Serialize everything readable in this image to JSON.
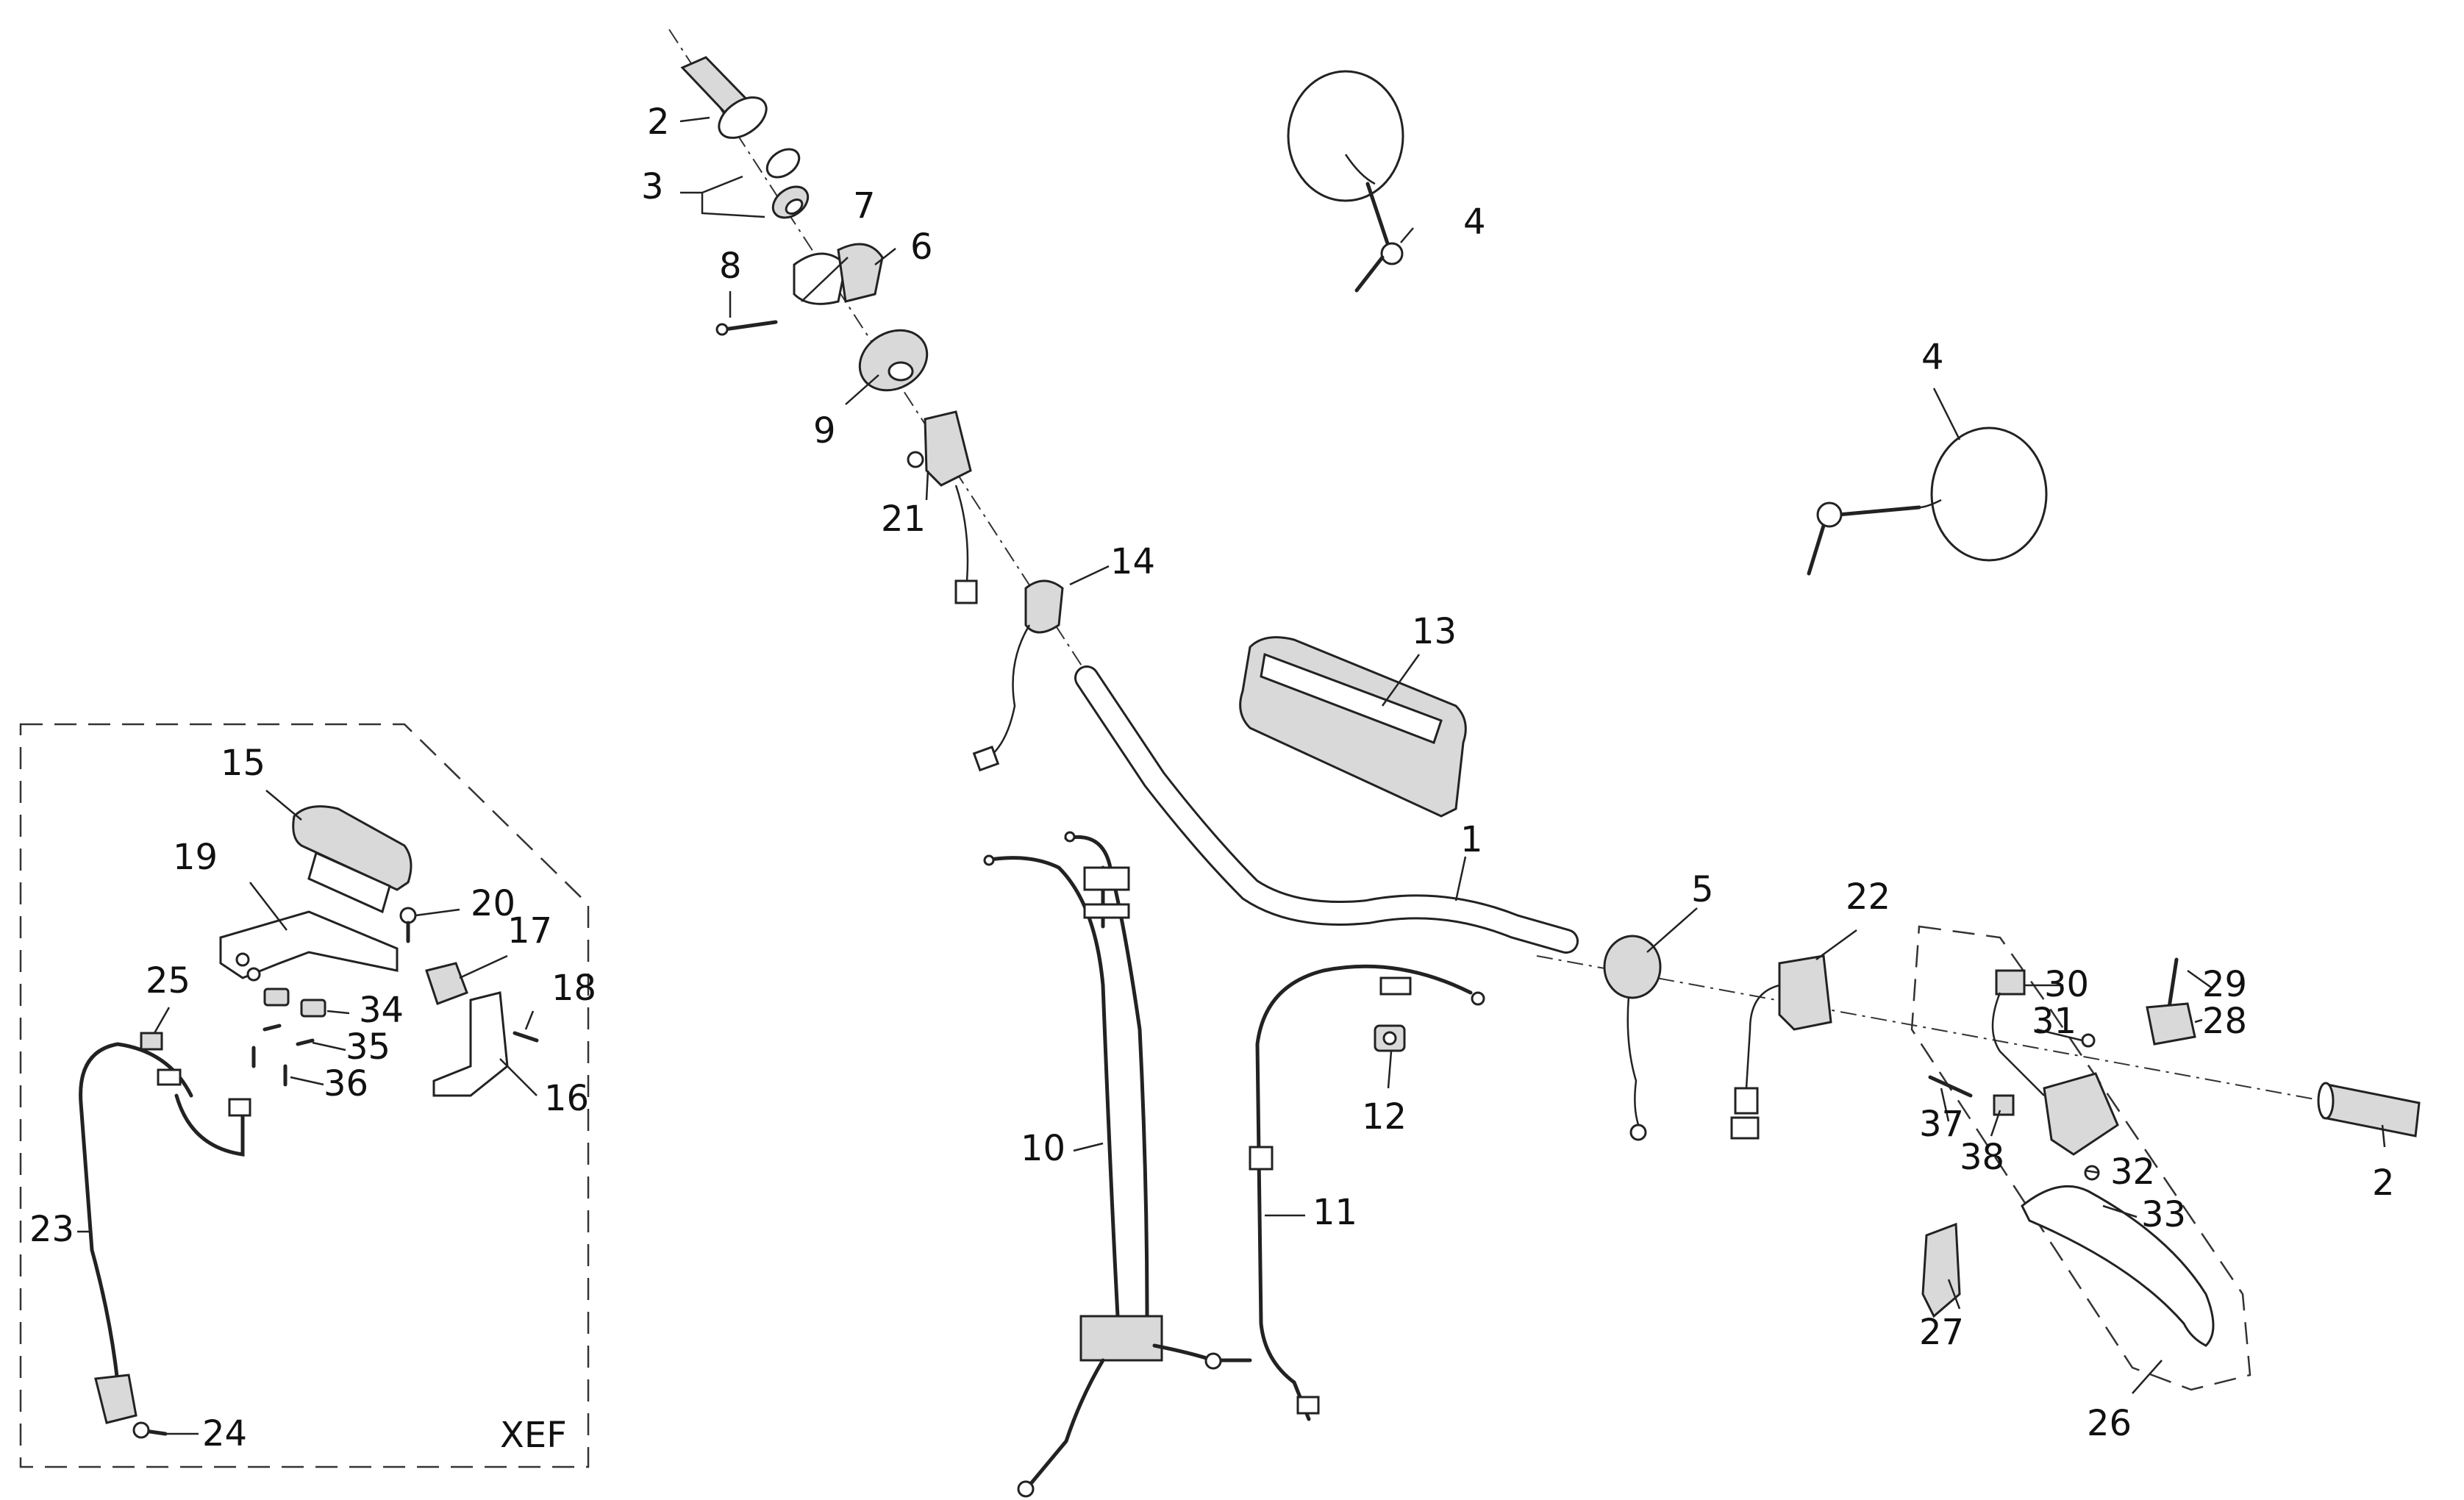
{
  "diagram": {
    "inset_label": "XEF",
    "callouts": [
      {
        "id": "c1",
        "text": "1"
      },
      {
        "id": "c2a",
        "text": "2"
      },
      {
        "id": "c2b",
        "text": "2"
      },
      {
        "id": "c3",
        "text": "3"
      },
      {
        "id": "c4a",
        "text": "4"
      },
      {
        "id": "c4b",
        "text": "4"
      },
      {
        "id": "c5",
        "text": "5"
      },
      {
        "id": "c6",
        "text": "6"
      },
      {
        "id": "c7",
        "text": "7"
      },
      {
        "id": "c8",
        "text": "8"
      },
      {
        "id": "c9",
        "text": "9"
      },
      {
        "id": "c10",
        "text": "10"
      },
      {
        "id": "c11",
        "text": "11"
      },
      {
        "id": "c12",
        "text": "12"
      },
      {
        "id": "c13",
        "text": "13"
      },
      {
        "id": "c14",
        "text": "14"
      },
      {
        "id": "c15",
        "text": "15"
      },
      {
        "id": "c16",
        "text": "16"
      },
      {
        "id": "c17",
        "text": "17"
      },
      {
        "id": "c18",
        "text": "18"
      },
      {
        "id": "c19",
        "text": "19"
      },
      {
        "id": "c20",
        "text": "20"
      },
      {
        "id": "c21",
        "text": "21"
      },
      {
        "id": "c22",
        "text": "22"
      },
      {
        "id": "c23",
        "text": "23"
      },
      {
        "id": "c24",
        "text": "24"
      },
      {
        "id": "c25",
        "text": "25"
      },
      {
        "id": "c26",
        "text": "26"
      },
      {
        "id": "c27",
        "text": "27"
      },
      {
        "id": "c28",
        "text": "28"
      },
      {
        "id": "c29",
        "text": "29"
      },
      {
        "id": "c30",
        "text": "30"
      },
      {
        "id": "c31",
        "text": "31"
      },
      {
        "id": "c32",
        "text": "32"
      },
      {
        "id": "c33",
        "text": "33"
      },
      {
        "id": "c34",
        "text": "34"
      },
      {
        "id": "c35",
        "text": "35"
      },
      {
        "id": "c36",
        "text": "36"
      },
      {
        "id": "c37",
        "text": "37"
      },
      {
        "id": "c38",
        "text": "38"
      }
    ]
  }
}
